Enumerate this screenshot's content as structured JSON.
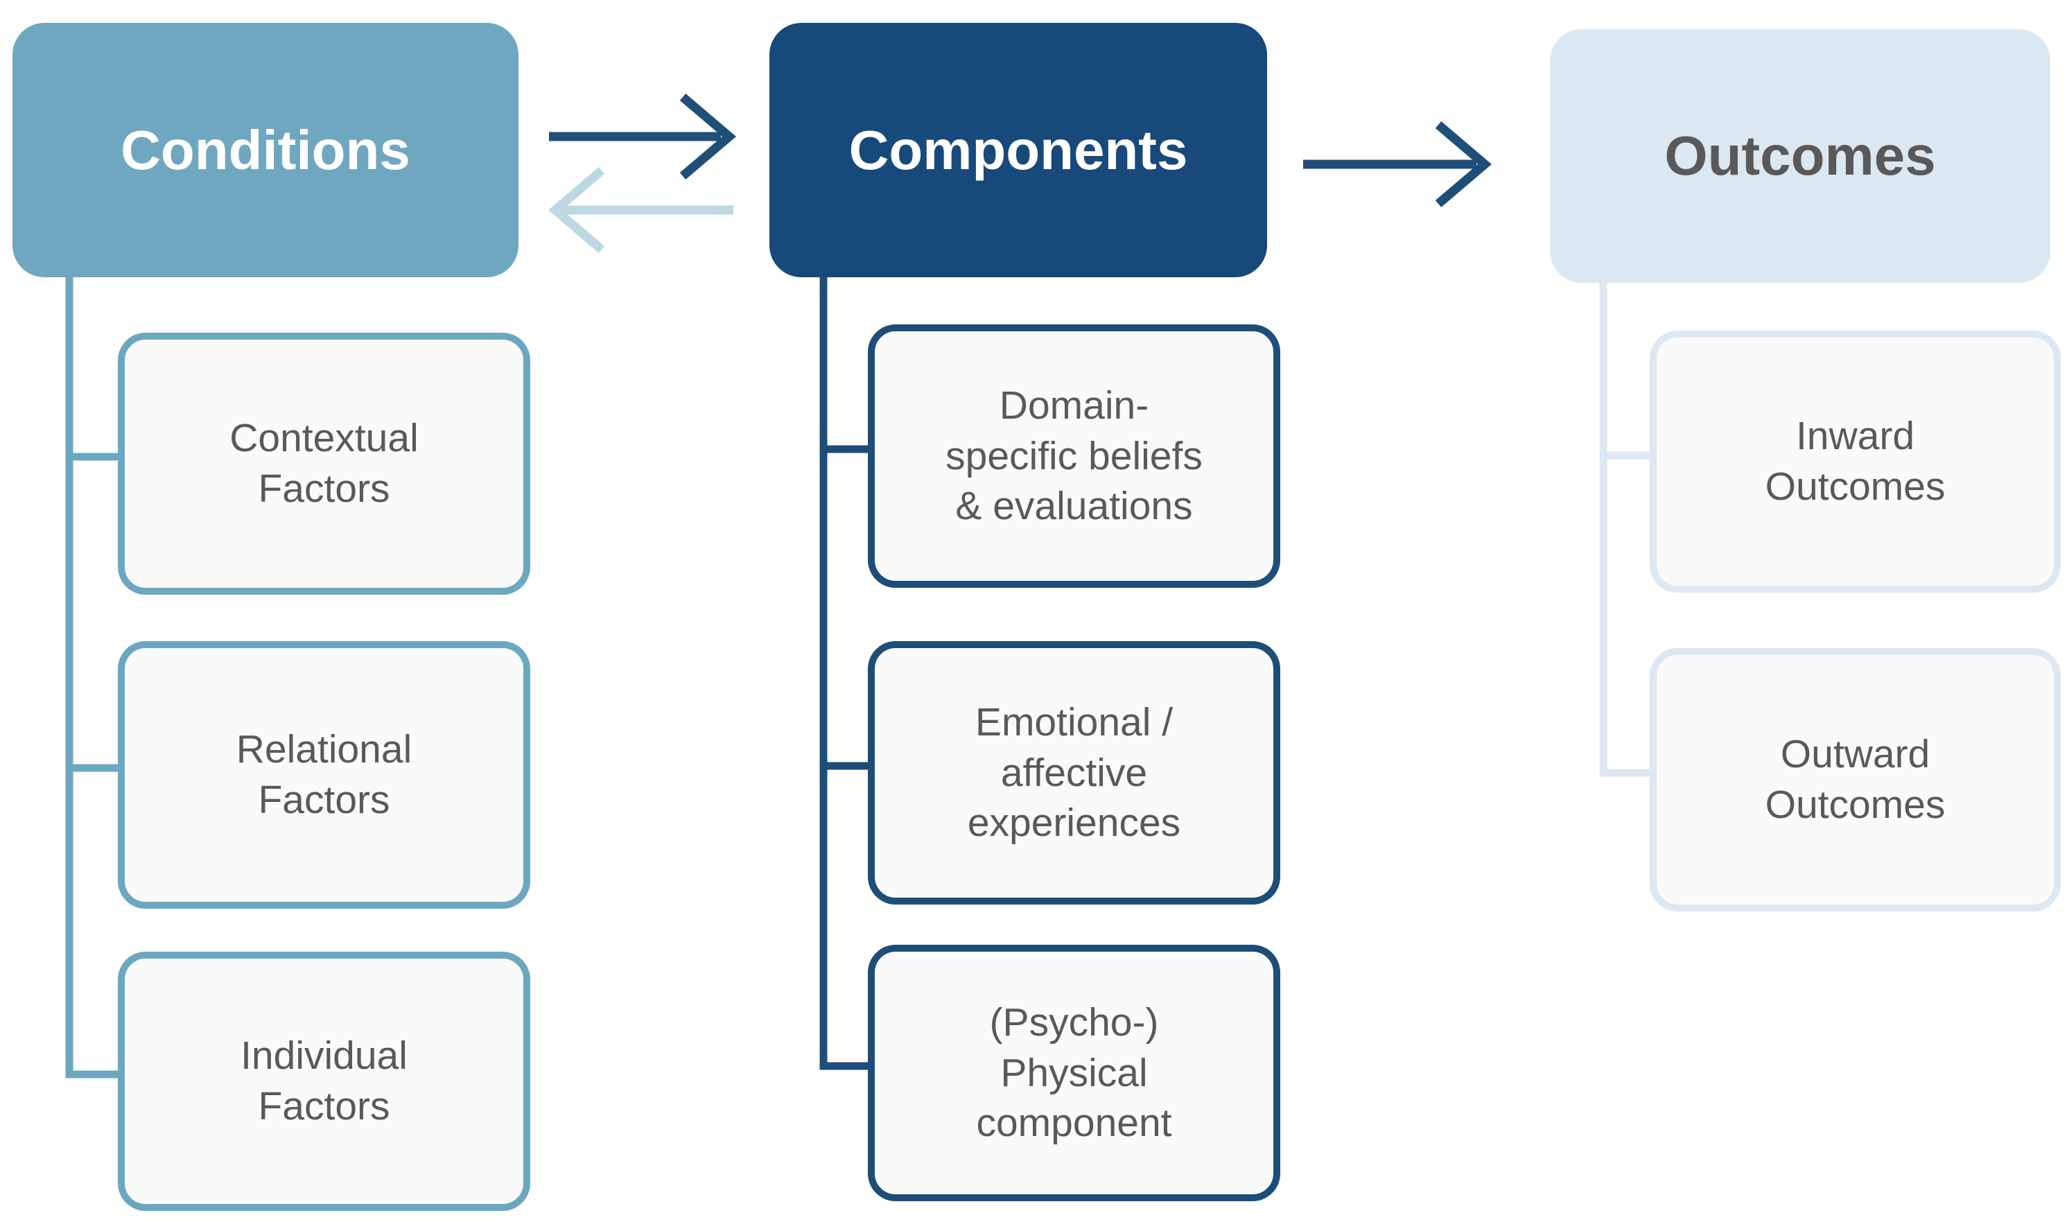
{
  "title": "Conditions Components Outcomes diagram",
  "colors": {
    "steel": "#6FA7C0",
    "steel_border": "#6CA7C2",
    "navy": "#17497B",
    "navy_border": "#1C4E79",
    "pale": "#DCE8F1",
    "pale_border": "#DCE8F3",
    "child_fill": "#FAFAFA",
    "text_gray": "#595959",
    "text_white": "#FFFFFF",
    "arrow_dark": "#1F4E79",
    "arrow_light": "#BCD8E2"
  },
  "columns": [
    {
      "id": "conditions",
      "header": "Conditions",
      "children": [
        "Contextual\nFactors",
        "Relational\nFactors",
        "Individual\nFactors"
      ]
    },
    {
      "id": "components",
      "header": "Components",
      "children": [
        "Domain-\nspecific beliefs\n& evaluations",
        "Emotional /\naffective\nexperiences",
        "(Psycho-)\nPhysical\ncomponent"
      ]
    },
    {
      "id": "outcomes",
      "header": "Outcomes",
      "children": [
        "Inward\nOutcomes",
        "Outward\nOutcomes"
      ]
    }
  ],
  "arrows": [
    {
      "name": "conditions-to-components",
      "direction": "right"
    },
    {
      "name": "components-to-conditions",
      "direction": "left"
    },
    {
      "name": "components-to-outcomes",
      "direction": "right"
    }
  ]
}
